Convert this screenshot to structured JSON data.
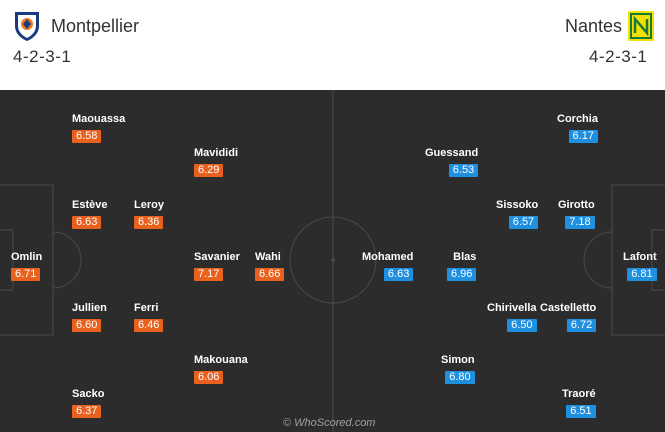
{
  "home": {
    "name": "Montpellier",
    "formation": "4-2-3-1",
    "color": "#e8611f",
    "players": [
      {
        "name": "Maouassa",
        "rating": "6.58"
      },
      {
        "name": "Mavididi",
        "rating": "6.29"
      },
      {
        "name": "Estève",
        "rating": "6.63"
      },
      {
        "name": "Leroy",
        "rating": "6.36"
      },
      {
        "name": "Omlin",
        "rating": "6.71"
      },
      {
        "name": "Savanier",
        "rating": "7.17"
      },
      {
        "name": "Wahi",
        "rating": "6.66"
      },
      {
        "name": "Jullien",
        "rating": "6.60"
      },
      {
        "name": "Ferri",
        "rating": "6.46"
      },
      {
        "name": "Makouana",
        "rating": "6.06"
      },
      {
        "name": "Sacko",
        "rating": "6.37"
      }
    ]
  },
  "away": {
    "name": "Nantes",
    "formation": "4-2-3-1",
    "color": "#1f8fe0",
    "players": [
      {
        "name": "Corchia",
        "rating": "6.17"
      },
      {
        "name": "Guessand",
        "rating": "6.53"
      },
      {
        "name": "Sissoko",
        "rating": "6.57"
      },
      {
        "name": "Girotto",
        "rating": "7.18"
      },
      {
        "name": "Mohamed",
        "rating": "6.63"
      },
      {
        "name": "Blas",
        "rating": "6.96"
      },
      {
        "name": "Lafont",
        "rating": "6.81"
      },
      {
        "name": "Chirivella",
        "rating": "6.50"
      },
      {
        "name": "Castelletto",
        "rating": "6.72"
      },
      {
        "name": "Simon",
        "rating": "6.80"
      },
      {
        "name": "Traoré",
        "rating": "6.51"
      }
    ]
  },
  "watermark": "© WhoScored.com"
}
